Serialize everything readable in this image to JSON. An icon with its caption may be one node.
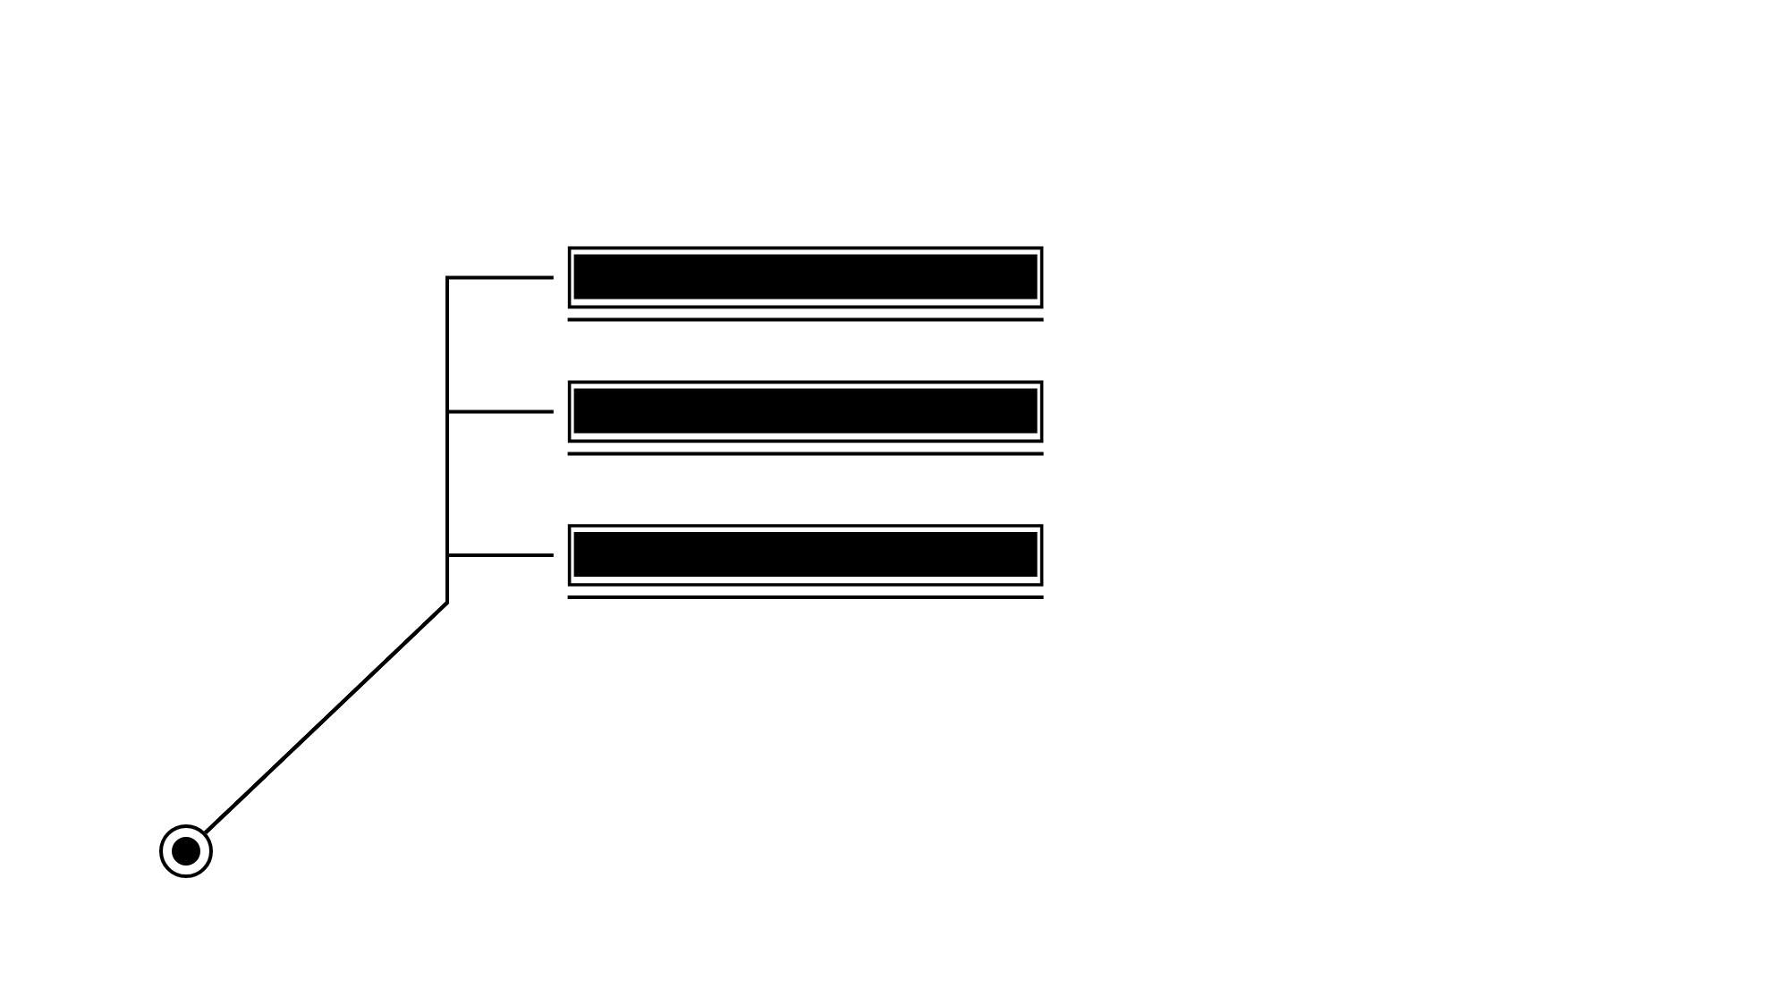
{
  "diagram": {
    "nodes": [
      {
        "text": [],
        "shape": "circle"
      },
      {
        "text": [],
        "shape": "bar"
      },
      {
        "text": [],
        "shape": "bar"
      },
      {
        "text": [],
        "shape": "bar"
      }
    ],
    "edges": [
      {
        "from": 0,
        "to": 1,
        "arrow": "none"
      },
      {
        "from": 0,
        "to": 2,
        "arrow": "none"
      },
      {
        "from": 0,
        "to": 3,
        "arrow": "none"
      }
    ]
  }
}
